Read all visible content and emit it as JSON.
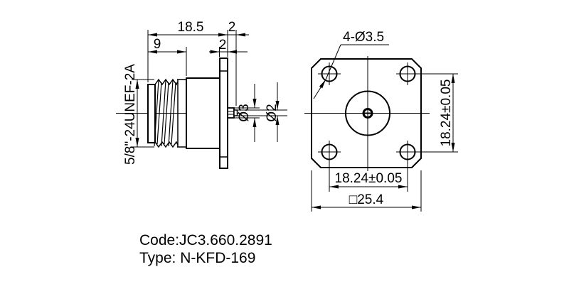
{
  "drawing": {
    "background": "#ffffff",
    "line_color": "#000000",
    "side_view": {
      "thread_spec": "5/8\"-24UNEF-2A",
      "dim_total_length": "18.5",
      "dim_pin_length": "2",
      "dim_thread_length": "9",
      "dim_flange_thickness": "2",
      "dim_pin_diameter": "Ø3",
      "dim_contact_diameter": "Ø2"
    },
    "front_view": {
      "holes_label": "4-Ø3.5",
      "dim_hole_spacing_vertical": "18.24±0.05",
      "dim_hole_spacing_horizontal": "18.24±0.05",
      "dim_flange_square": "□25.4"
    },
    "footer": {
      "code": "Code:JC3.660.2891",
      "type": "Type: N-KFD-169"
    }
  }
}
